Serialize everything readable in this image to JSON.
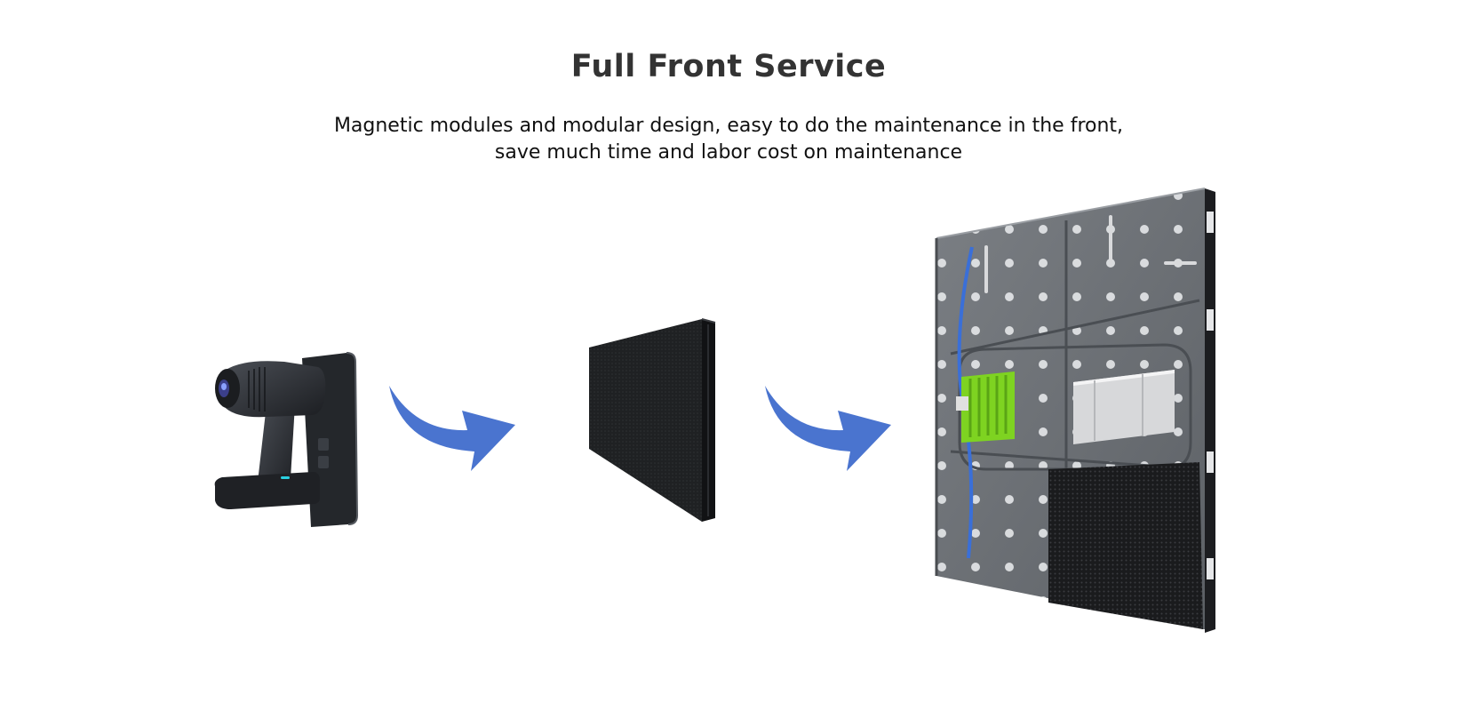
{
  "header": {
    "title": "Full Front Service",
    "subtitle_line1": "Magnetic modules and modular design, easy to do the maintenance in the front,",
    "subtitle_line2": "save much time and labor cost on maintenance"
  },
  "colors": {
    "arrow": "#4a74cf",
    "tool_body": "#2a2d32",
    "module": "#1e2022",
    "cabinet_frame": "#6c7075",
    "pcb_green": "#7ed321",
    "cable_blue": "#3a6fd8",
    "psu_silver": "#d7d8da"
  }
}
